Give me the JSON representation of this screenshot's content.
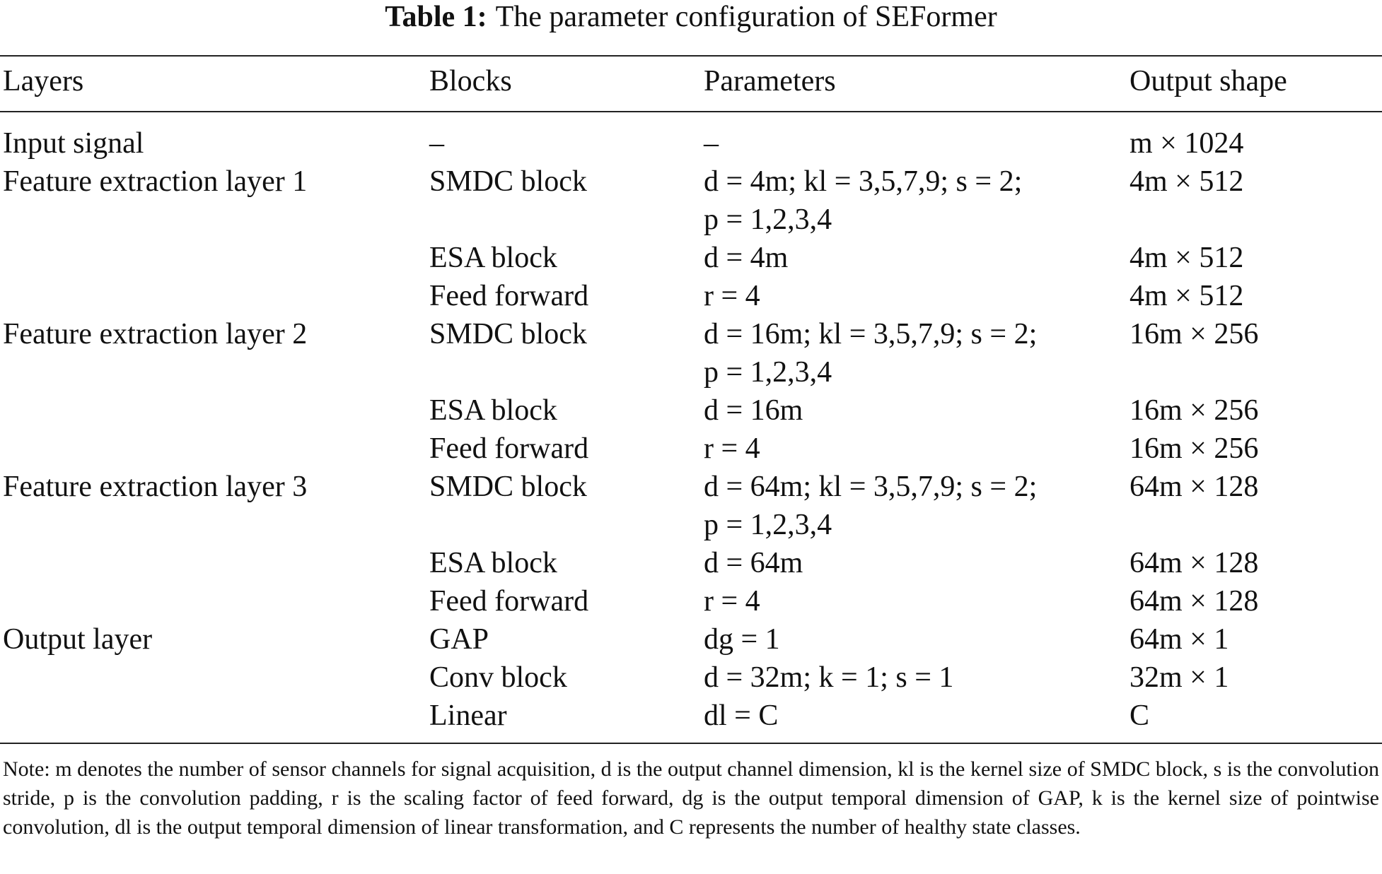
{
  "caption": {
    "label": "Table 1:",
    "text": "The parameter configuration of SEFormer"
  },
  "columns": [
    "Layers",
    "Blocks",
    "Parameters",
    "Output shape"
  ],
  "rows": [
    {
      "layer": "Input signal",
      "block": "–",
      "params": [
        "–"
      ],
      "output": "m × 1024"
    },
    {
      "layer": "Feature extraction layer 1",
      "block": "SMDC block",
      "params": [
        "d = 4m; kl = 3,5,7,9; s = 2;",
        "p = 1,2,3,4"
      ],
      "output": "4m × 512"
    },
    {
      "layer": "",
      "block": "ESA block",
      "params": [
        "d = 4m"
      ],
      "output": "4m × 512"
    },
    {
      "layer": "",
      "block": "Feed forward",
      "params": [
        "r = 4"
      ],
      "output": "4m × 512"
    },
    {
      "layer": "Feature extraction layer 2",
      "block": "SMDC block",
      "params": [
        "d = 16m; kl = 3,5,7,9; s = 2;",
        "p = 1,2,3,4"
      ],
      "output": "16m × 256"
    },
    {
      "layer": "",
      "block": "ESA block",
      "params": [
        "d = 16m"
      ],
      "output": "16m × 256"
    },
    {
      "layer": "",
      "block": "Feed forward",
      "params": [
        "r = 4"
      ],
      "output": "16m × 256"
    },
    {
      "layer": "Feature extraction layer 3",
      "block": "SMDC block",
      "params": [
        "d = 64m; kl = 3,5,7,9; s = 2;",
        "p = 1,2,3,4"
      ],
      "output": "64m × 128"
    },
    {
      "layer": "",
      "block": "ESA block",
      "params": [
        "d = 64m"
      ],
      "output": "64m × 128"
    },
    {
      "layer": "",
      "block": "Feed forward",
      "params": [
        "r = 4"
      ],
      "output": "64m × 128"
    },
    {
      "layer": "Output layer",
      "block": "GAP",
      "params": [
        "dg = 1"
      ],
      "output": "64m × 1"
    },
    {
      "layer": "",
      "block": "Conv block",
      "params": [
        "d = 32m; k = 1; s = 1"
      ],
      "output": "32m × 1"
    },
    {
      "layer": "",
      "block": "Linear",
      "params": [
        "dl = C"
      ],
      "output": "C"
    }
  ],
  "note": "Note: m denotes the number of sensor channels for signal acquisition, d is the output channel dimension, kl is the kernel size of SMDC block, s is the convolution stride, p is the convolution padding, r is the scaling factor of feed forward, dg is the output temporal dimension of GAP, k is the kernel size of pointwise convolution, dl is the output temporal dimension of linear transformation, and C represents the number of healthy state classes."
}
